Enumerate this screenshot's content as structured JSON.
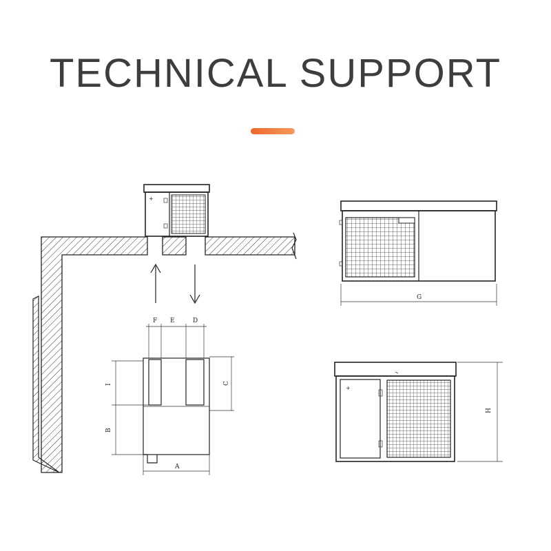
{
  "title": "TECHNICAL SUPPORT",
  "colors": {
    "accent": "#f0662a",
    "accent_light": "#f59a5f",
    "title": "#3d3d3d",
    "line": "#222222"
  },
  "icons": {
    "airflow_up": "arrow-up-icon",
    "airflow_down": "arrow-down-icon"
  },
  "dimension_labels": {
    "a": "A",
    "b": "B",
    "c": "C",
    "d": "D",
    "e": "E",
    "f": "F",
    "i": "I",
    "g": "G",
    "h": "H"
  }
}
